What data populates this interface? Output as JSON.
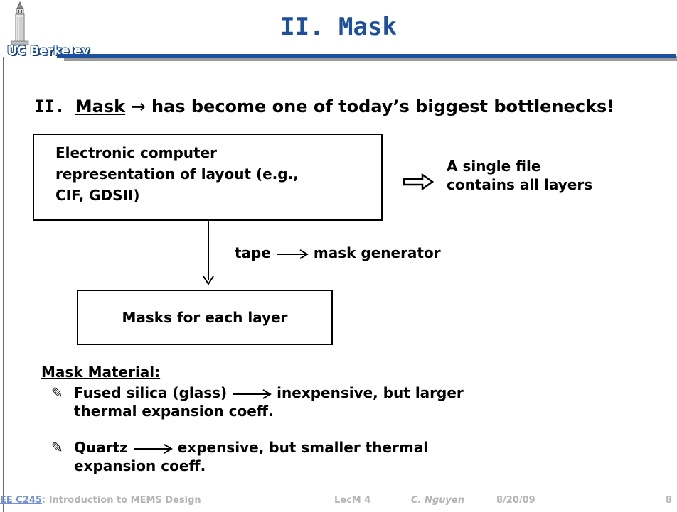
{
  "logo": {
    "text": "UC Berkeley"
  },
  "title": "II. Mask",
  "heading": {
    "prefix": "II. ",
    "underlined": "Mask",
    "arrow": "→",
    "rest": " has become one of today’s biggest bottlenecks!"
  },
  "box1": {
    "lines": [
      "Electronic computer",
      "representation of layout (e.g.,",
      "CIF, GDSII)"
    ]
  },
  "right_note": {
    "lines": [
      "A single file",
      "contains all layers"
    ]
  },
  "tape": {
    "left": "tape",
    "right": "mask generator"
  },
  "box2": {
    "text": "Masks for each layer"
  },
  "material": {
    "heading": "Mask Material:",
    "items": [
      {
        "bullet": "✎",
        "text_a": "Fused silica (glass)",
        "text_b": " inexpensive, but larger",
        "line2": "thermal expansion coeff."
      },
      {
        "bullet": "✎",
        "text_a": "Quartz",
        "text_b": " expensive, but smaller thermal",
        "line2": "expansion coeff."
      }
    ]
  },
  "footer": {
    "course": "EE C245",
    "course_title": ": Introduction to MEMS Design",
    "lecture": "LecM 4",
    "author": "C. Nguyen",
    "date": "8/20/09",
    "page": "8"
  }
}
